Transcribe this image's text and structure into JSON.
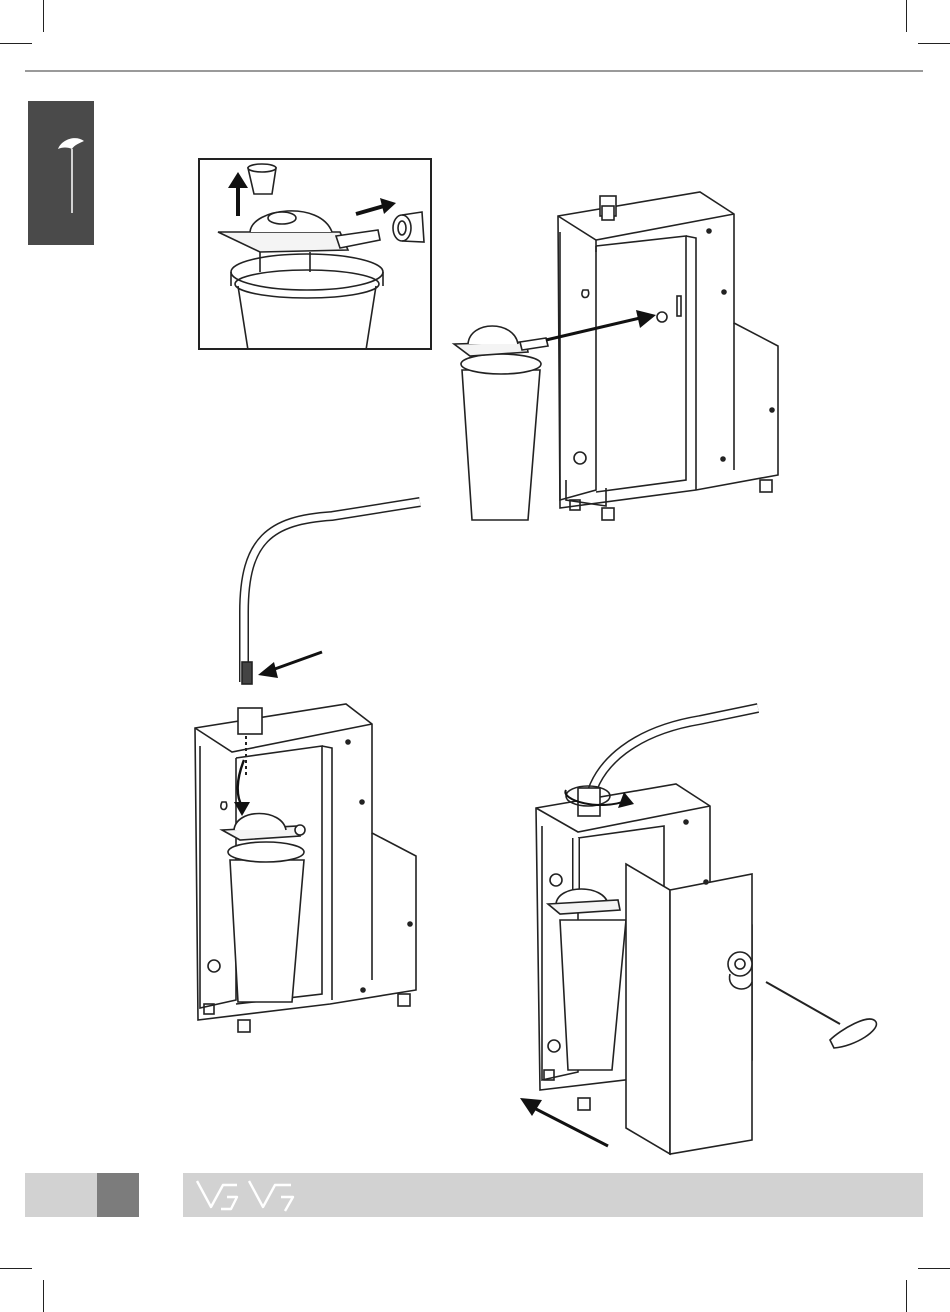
{
  "page": {
    "header_rule": true,
    "side_tab_icon": "key-wrench-icon",
    "footer": {
      "logo_icon": "vs-v7-logo-icon",
      "colors": {
        "light": "#d2d2d2",
        "dark": "#7c7c7c"
      }
    }
  },
  "figures": [
    {
      "name": "filter-cap-removal-inset",
      "icon": "filter-canister"
    },
    {
      "name": "filter-mounting-step",
      "icon": "cabinet-with-filter"
    },
    {
      "name": "hose-connection-step",
      "icon": "cabinet-hose"
    },
    {
      "name": "door-closing-step",
      "icon": "cabinet-door-key"
    }
  ]
}
